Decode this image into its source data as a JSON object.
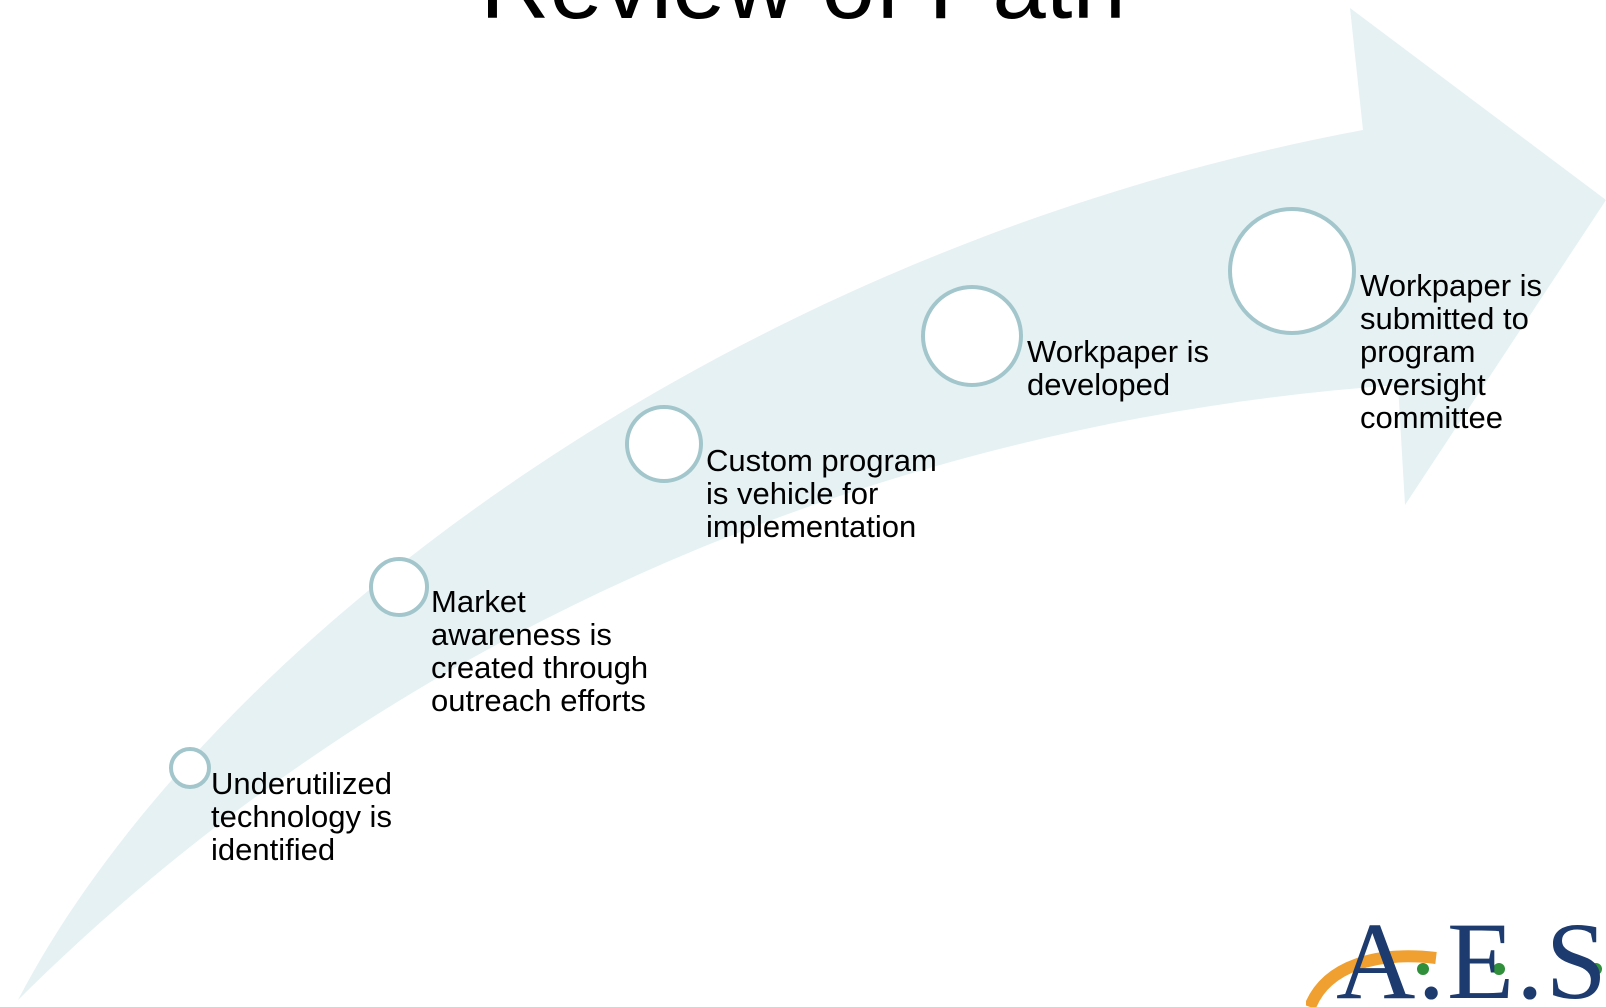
{
  "slide": {
    "title": "Review of Path",
    "steps": [
      {
        "id": "step-1",
        "label": "Underutilized\ntechnology is\nidentified"
      },
      {
        "id": "step-2",
        "label": "Market\nawareness is\ncreated through\noutreach efforts"
      },
      {
        "id": "step-3",
        "label": "Custom program\nis vehicle for\nimplementation"
      },
      {
        "id": "step-4",
        "label": "Workpaper is\ndeveloped"
      },
      {
        "id": "step-5",
        "label": "Workpaper is\nsubmitted to\nprogram\noversight\ncommittee"
      }
    ],
    "logo": {
      "text": "A.E.S."
    }
  },
  "colors": {
    "arrow_fill": "#e5f1f3",
    "circle_stroke": "#a2c6cb",
    "logo_blue": "#1d3b6e",
    "logo_orange": "#f0a030",
    "logo_green": "#2f8f3a"
  }
}
